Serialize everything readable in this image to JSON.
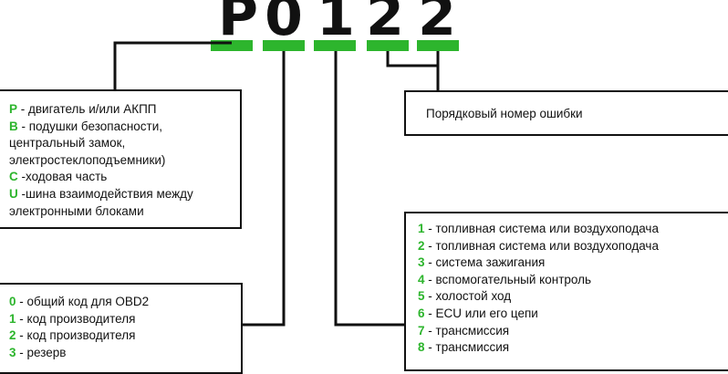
{
  "colors": {
    "green": "#2db52d",
    "ink": "#111111"
  },
  "code": [
    "P",
    "0",
    "1",
    "2",
    "2"
  ],
  "order_label": "Порядковый номер ошибки",
  "systems": [
    {
      "key": "P",
      "text": " - двигатель и/или АКПП"
    },
    {
      "key": "B",
      "text": " - подушки безопасности,"
    },
    {
      "key": "",
      "text": "центральный замок,"
    },
    {
      "key": "",
      "text": "электростеклоподъемники)"
    },
    {
      "key": "C",
      "text": " -ходовая часть"
    },
    {
      "key": "U",
      "text": " -шина взаимодействия между"
    },
    {
      "key": "",
      "text": "электронными блоками"
    }
  ],
  "code_types": [
    {
      "key": "0",
      "text": " - общий код для OBD2"
    },
    {
      "key": "1",
      "text": " - код производителя"
    },
    {
      "key": "2",
      "text": " - код производителя"
    },
    {
      "key": "3",
      "text": " - резерв"
    }
  ],
  "subsystems": [
    {
      "key": "1",
      "text": " - топливная система или воздухоподача"
    },
    {
      "key": "2",
      "text": " - топливная система или воздухоподача"
    },
    {
      "key": "3",
      "text": " - система зажигания"
    },
    {
      "key": "4",
      "text": " - вспомогательный контроль"
    },
    {
      "key": "5",
      "text": " - холостой ход"
    },
    {
      "key": "6",
      "text": " - ECU или его цепи"
    },
    {
      "key": "7",
      "text": " - трансмиссия"
    },
    {
      "key": "8",
      "text": " - трансмиссия"
    }
  ]
}
